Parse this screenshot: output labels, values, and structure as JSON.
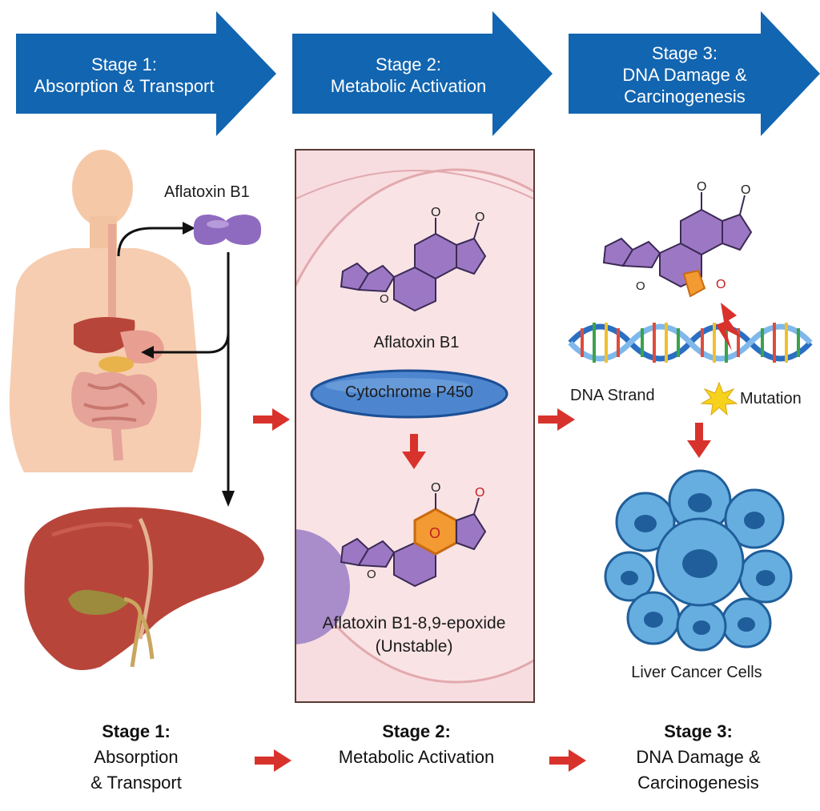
{
  "stages": [
    {
      "banner_line1": "Stage 1:",
      "banner_line2": "Absorption & Transport",
      "banner_line3": ""
    },
    {
      "banner_line1": "Stage 2:",
      "banner_line2": "Metabolic Activation",
      "banner_line3": ""
    },
    {
      "banner_line1": "Stage 3:",
      "banner_line2": "DNA Damage &",
      "banner_line3": "Carcinogenesis"
    }
  ],
  "labels": {
    "aflatoxin_b1_body": "Aflatoxin B1",
    "aflatoxin_b1_cell": "Aflatoxin B1",
    "cytochrome": "Cytochrome P450",
    "epoxide_line1": "Aflatoxin B1-8,9-epoxide",
    "epoxide_line2": "(Unstable)",
    "dna_strand": "DNA Strand",
    "mutation": "Mutation",
    "cancer_cells": "Liver Cancer Cells",
    "oxygen": "O"
  },
  "captions": [
    {
      "title": "Stage 1:",
      "line1": "Absorption",
      "line2": "& Transport"
    },
    {
      "title": "Stage 2:",
      "line1": "Metabolic Activation",
      "line2": ""
    },
    {
      "title": "Stage 3:",
      "line1": "DNA Damage &",
      "line2": "Carcinogenesis"
    }
  ],
  "colors": {
    "banner_blue": "#1265b0",
    "arrow_red": "#d8322c",
    "molecule_purple": "#9c78c4",
    "cell_pink": "#f7dde0",
    "liver_red": "#b8453a",
    "cancer_blue": "#4a98d2",
    "epoxide_orange": "#f39a32"
  }
}
